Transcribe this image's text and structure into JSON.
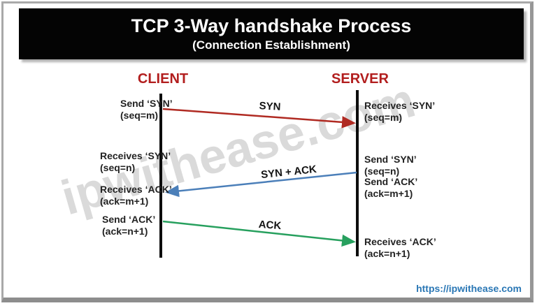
{
  "header": {
    "title": "TCP 3-Way handshake Process",
    "subtitle": "(Connection Establishment)"
  },
  "actors": {
    "client": "CLIENT",
    "server": "SERVER"
  },
  "messages": [
    {
      "label": "SYN",
      "direction": "client-to-server",
      "color": "#b02a22"
    },
    {
      "label": "SYN + ACK",
      "direction": "server-to-client",
      "color": "#4b7fb9"
    },
    {
      "label": "ACK",
      "direction": "client-to-server",
      "color": "#27a05e"
    }
  ],
  "client_events": [
    {
      "line1": "Send ‘SYN’",
      "line2": "(seq=m)"
    },
    {
      "line1": "Receives ‘SYN’",
      "line2": "(seq=n)"
    },
    {
      "line1": "Receives ‘ACK’",
      "line2": "(ack=m+1)"
    },
    {
      "line1": "Send ‘ACK’",
      "line2": "(ack=n+1)"
    }
  ],
  "server_events": [
    {
      "line1": "Receives ‘SYN’",
      "line2": "(seq=m)"
    },
    {
      "line1": "Send ‘SYN’",
      "line2": "(seq=n)"
    },
    {
      "line1": "Send ‘ACK’",
      "line2": "(ack=m+1)"
    },
    {
      "line1": "Receives ‘ACK’",
      "line2": "(ack=n+1)"
    }
  ],
  "watermark": "ipwithease.com",
  "footer": {
    "url": "https://ipwithease.com"
  },
  "colors": {
    "actor_label": "#b21e1e",
    "arrow_syn": "#b02a22",
    "arrow_synack": "#4b7fb9",
    "arrow_ack": "#27a05e",
    "url_text": "#2a77b5",
    "title_bg": "#040404",
    "watermark_gray": "#c9c9c9"
  }
}
